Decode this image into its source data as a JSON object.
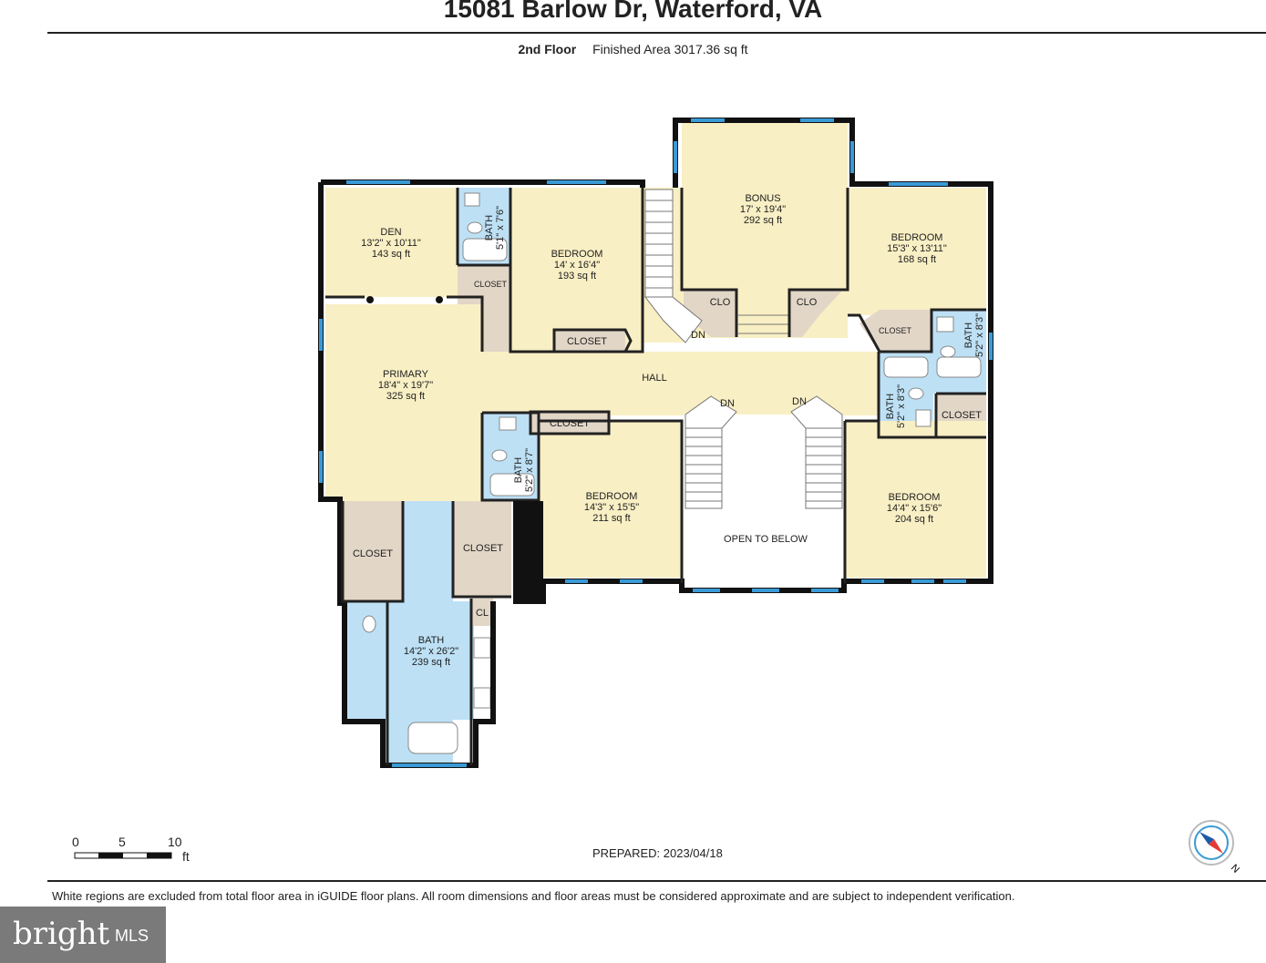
{
  "header": {
    "title": "15081 Barlow Dr, Waterford, VA",
    "floor": "2nd Floor",
    "area": "Finished Area 3017.36 sq ft"
  },
  "rooms": {
    "den": {
      "name": "DEN",
      "dim": "13'2\" x 10'11\"",
      "area": "143 sq ft"
    },
    "bath_small_top": {
      "name": "BATH",
      "dim": "5'1\" x 7'6\""
    },
    "closet_den": {
      "name": "CLOSET"
    },
    "bedroom_nw": {
      "name": "BEDROOM",
      "dim": "14' x 16'4\"",
      "area": "193 sq ft"
    },
    "closet_hall_top": {
      "name": "CLOSET"
    },
    "bonus": {
      "name": "BONUS",
      "dim": "17' x 19'4\"",
      "area": "292 sq ft"
    },
    "clo_left": {
      "name": "CLO"
    },
    "clo_right": {
      "name": "CLO"
    },
    "bedroom_ne": {
      "name": "BEDROOM",
      "dim": "15'3\" x 13'11\"",
      "area": "168 sq ft"
    },
    "closet_ne": {
      "name": "CLOSET"
    },
    "bath_ne": {
      "name": "BATH",
      "dim": "5'2\" x 8'3\""
    },
    "primary": {
      "name": "PRIMARY",
      "dim": "18'4\" x 19'7\"",
      "area": "325 sq ft"
    },
    "hall": {
      "name": "HALL"
    },
    "dn1": "DN",
    "dn2": "DN",
    "dn3": "DN",
    "bath_e": {
      "name": "BATH",
      "dim": "5'2\" x 8'3\""
    },
    "closet_e": {
      "name": "CLOSET"
    },
    "closet_hall_mid": {
      "name": "CLOSET"
    },
    "bath_mid": {
      "name": "BATH",
      "dim": "5'2\" x 8'7\""
    },
    "bedroom_s": {
      "name": "BEDROOM",
      "dim": "14'3\" x 15'5\"",
      "area": "211 sq ft"
    },
    "open_below": {
      "name": "OPEN TO BELOW"
    },
    "bedroom_se": {
      "name": "BEDROOM",
      "dim": "14'4\" x 15'6\"",
      "area": "204 sq ft"
    },
    "closet_p1": {
      "name": "CLOSET"
    },
    "closet_p2": {
      "name": "CLOSET"
    },
    "cl": {
      "name": "CL"
    },
    "bath_primary": {
      "name": "BATH",
      "dim": "14'2\" x 26'2\"",
      "area": "239 sq ft"
    }
  },
  "scale": {
    "t0": "0",
    "t5": "5",
    "t10": "10",
    "unit": "ft"
  },
  "prepared": "PREPARED: 2023/04/18",
  "compass_label": "N",
  "disclaimer": "White regions are excluded from total floor area in iGUIDE floor plans. All room dimensions and floor areas must be considered approximate and are subject to independent verification.",
  "logo": {
    "word": "bright",
    "suffix": "MLS"
  },
  "colors": {
    "room": "#f9efc4",
    "wet": "#bde0f5",
    "closet": "#e2d6c7",
    "wall": "#111111",
    "window": "#3a9ad6"
  }
}
